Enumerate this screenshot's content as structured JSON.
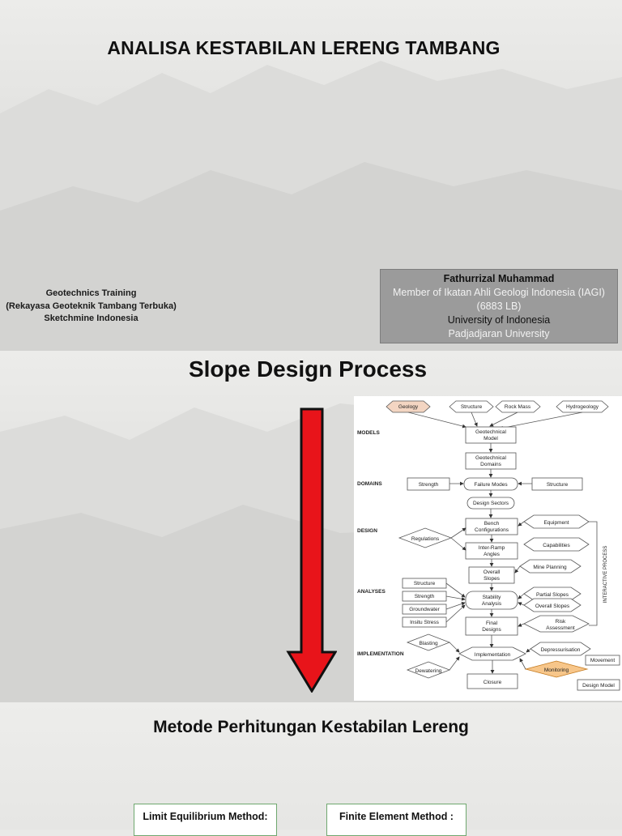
{
  "slide1": {
    "title": "ANALISA KESTABILAN LERENG TAMBANG",
    "training_lines": [
      "Geotechnics Training",
      "(Rekayasa Geoteknik Tambang Terbuka)",
      "Sketchmine Indonesia"
    ],
    "author": {
      "name": "Fathurrizal Muhammad",
      "membership": "Member of Ikatan Ahli Geologi Indonesia (IAGI)",
      "member_no": "(6883 LB)",
      "university1": "University of Indonesia",
      "university2": "Padjadjaran University"
    }
  },
  "slide2": {
    "title": "Slope Design Process",
    "flowchart": {
      "row_labels": [
        "MODELS",
        "DOMAINS",
        "DESIGN",
        "ANALYSES",
        "IMPLEMENTATION"
      ],
      "side_label": "INTERACTIVE PROCESS",
      "top_inputs": [
        "Geology",
        "Structure",
        "Rock Mass",
        "Hydrogeology"
      ],
      "geotech_model": [
        "Geotechnical",
        "Model"
      ],
      "geotech_domains": [
        "Geotechnical",
        "Domains"
      ],
      "strength": "Strength",
      "failure_modes": "Failure Modes",
      "structure": "Structure",
      "design_sectors": "Design Sectors",
      "bench_config": [
        "Bench",
        "Configurations"
      ],
      "regulations": "Regulations",
      "equipment": "Equipment",
      "capabilities": "Capabilities",
      "inter_ramp": [
        "Inter-Ramp",
        "Angles"
      ],
      "mine_planning": "Mine Planning",
      "overall_slopes": [
        "Overall",
        "Slopes"
      ],
      "analysis_inputs": [
        "Structure",
        "Strength",
        "Groundwater",
        "Insitu Stress"
      ],
      "stability": [
        "Stability",
        "Analysis"
      ],
      "partial_slopes": "Partial Slopes",
      "overall_slopes_right": "Overall Slopes",
      "final_designs": [
        "Final",
        "Designs"
      ],
      "risk": [
        "Risk",
        "Assessment"
      ],
      "blasting": "Blasting",
      "dewatering": "Dewatering",
      "implementation": "Implementation",
      "depressurisation": "Depressurisation",
      "monitoring": "Monitoring",
      "movement": "Movement",
      "design_model": "Design Model",
      "closure": "Closure"
    },
    "colors": {
      "arrow_fill": "#e8141a",
      "geology_fill": "#f3d5c2",
      "monitoring_fill": "#f7c68a"
    }
  },
  "slide3": {
    "title": "Metode Perhitungan Kestabilan Lereng",
    "method1": "Limit Equilibrium Method:",
    "method2": "Finite Element Method :"
  }
}
